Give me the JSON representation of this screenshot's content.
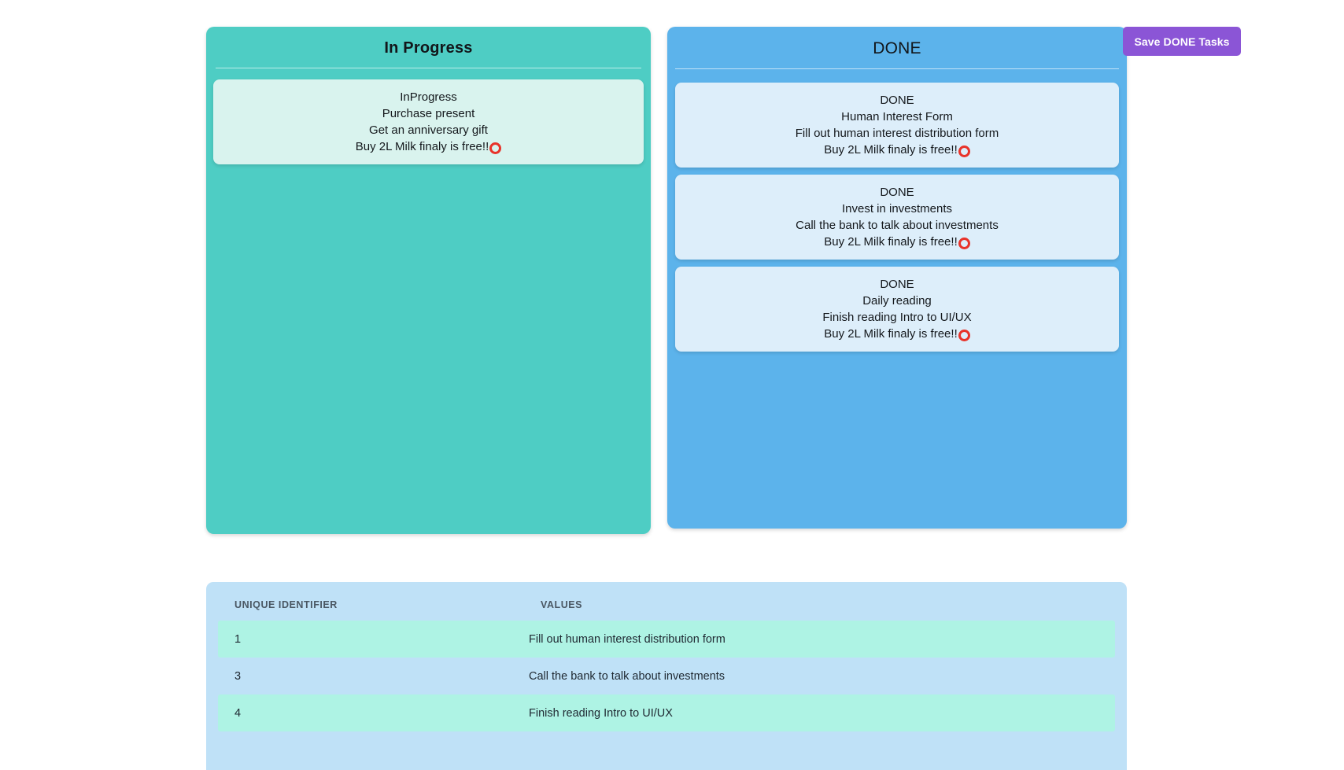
{
  "board": {
    "columns": [
      {
        "id": "in-progress",
        "title": "In Progress",
        "color": "#4ecdc4",
        "card_color": "#d9f3ee",
        "cards": [
          {
            "status": "InProgress",
            "title": "Purchase present",
            "description": "Get an anniversary gift",
            "note": "Buy 2L Milk finaly is free!!",
            "icon": "red-ring-icon"
          }
        ]
      },
      {
        "id": "done",
        "title": "DONE",
        "color": "#5cb3eb",
        "card_color": "#ddeefa",
        "cards": [
          {
            "status": "DONE",
            "title": "Human Interest Form",
            "description": "Fill out human interest distribution form",
            "note": "Buy 2L Milk finaly is free!!",
            "icon": "red-ring-icon"
          },
          {
            "status": "DONE",
            "title": "Invest in investments",
            "description": "Call the bank to talk about investments",
            "note": "Buy 2L Milk finaly is free!!",
            "icon": "red-ring-icon"
          },
          {
            "status": "DONE",
            "title": "Daily reading",
            "description": "Finish reading Intro to UI/UX",
            "note": "Buy 2L Milk finaly is free!!",
            "icon": "red-ring-icon"
          }
        ]
      }
    ]
  },
  "toolbar": {
    "save_label": "Save DONE Tasks",
    "save_color": "#8b55d6"
  },
  "table": {
    "background": "#bfe1f7",
    "row_highlight": "#aef3e4",
    "headers": [
      "UNIQUE IDENTIFIER",
      "VALUES"
    ],
    "rows": [
      {
        "id": "1",
        "value": "Fill out human interest distribution form",
        "highlight": true
      },
      {
        "id": "3",
        "value": "Call the bank to talk about investments",
        "highlight": false
      },
      {
        "id": "4",
        "value": "Finish reading Intro to UI/UX",
        "highlight": true
      }
    ]
  }
}
